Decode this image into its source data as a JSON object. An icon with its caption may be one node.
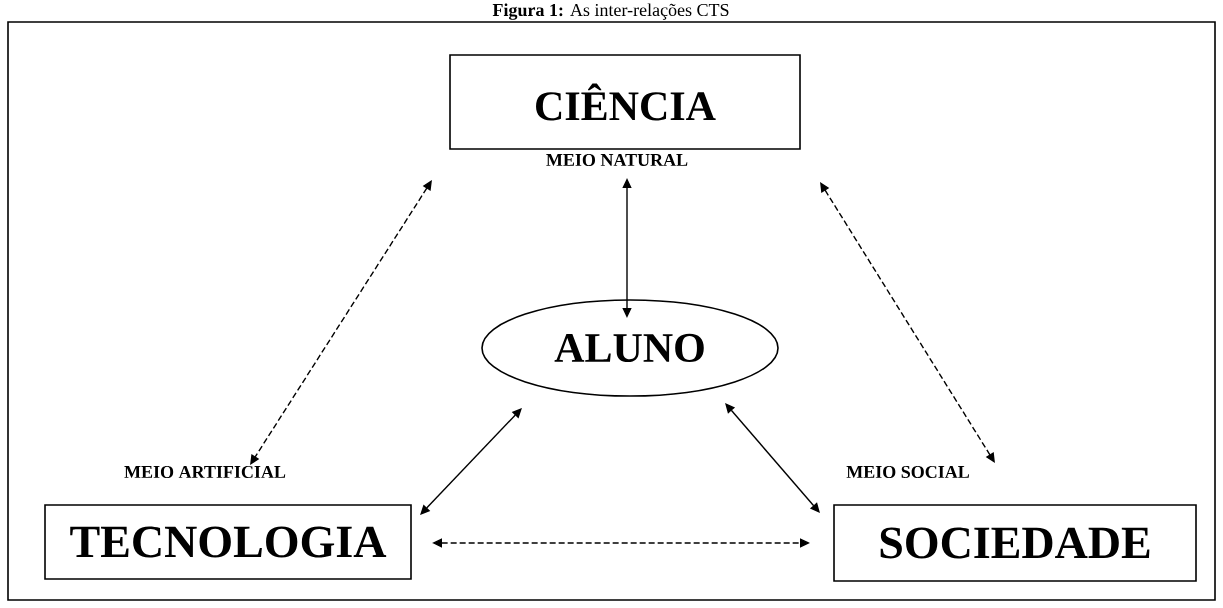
{
  "diagram": {
    "title": "**Figura 1:** As inter-relações CTS",
    "nodes": [
      {
        "text": [
          "CIÊNCIA"
        ],
        "beside": [
          "MEIO NATURAL"
        ]
      },
      {
        "text": [
          "ALUNO"
        ]
      },
      {
        "text": [
          "TECNOLOGIA"
        ],
        "beside": [
          "MEIO ARTIFICIAL"
        ]
      },
      {
        "text": [
          "SOCIEDADE"
        ],
        "beside": [
          "MEIO SOCIAL"
        ]
      }
    ],
    "edges": [
      {
        "from": 0,
        "to": 2,
        "arrow": "both",
        "style": "dashed"
      },
      {
        "from": 0,
        "to": 1,
        "arrow": "both"
      },
      {
        "from": 0,
        "to": 3,
        "arrow": "both",
        "style": "dashed"
      },
      {
        "from": 1,
        "to": 2,
        "arrow": "both"
      },
      {
        "from": 1,
        "to": 3,
        "arrow": "both"
      },
      {
        "from": 2,
        "to": 3,
        "arrow": "both",
        "style": "dashed"
      }
    ]
  }
}
